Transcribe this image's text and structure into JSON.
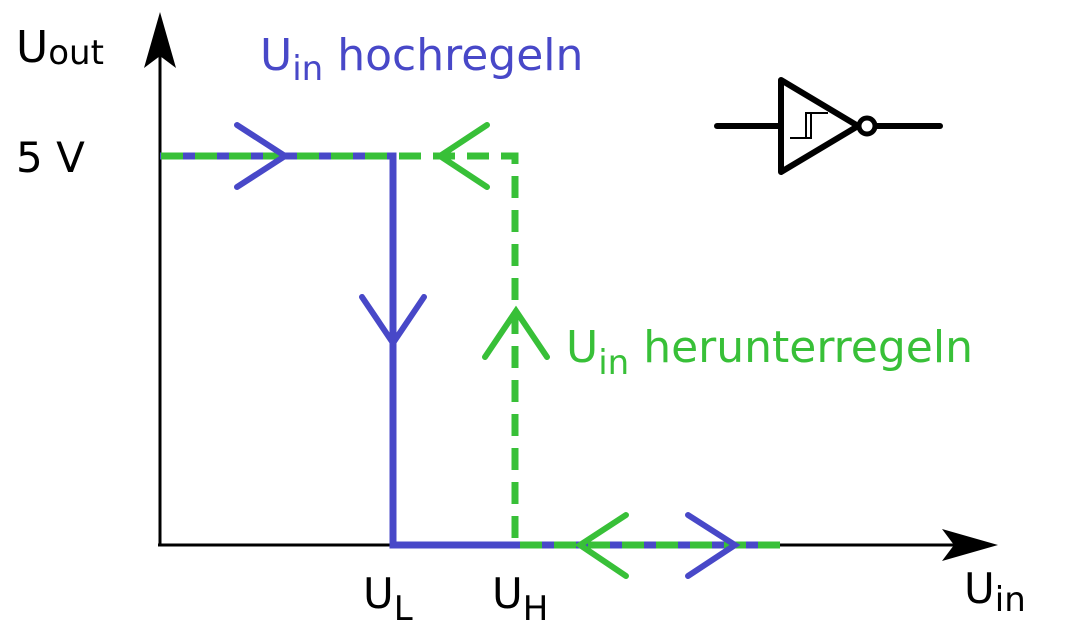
{
  "colors": {
    "rising": "#4848c8",
    "falling": "#38c038",
    "axis": "#000000"
  },
  "axes": {
    "y_label": "U",
    "y_sub": "out",
    "x_label": "U",
    "x_sub": "in",
    "y_tick": "5 V",
    "x_tick_low": "U",
    "x_tick_low_sub": "L",
    "x_tick_high": "U",
    "x_tick_high_sub": "H"
  },
  "legend": {
    "rising_main": "U",
    "rising_sub": "in",
    "rising_text": " hochregeln",
    "falling_main": "U",
    "falling_sub": "in",
    "falling_text": " herunterregeln"
  },
  "symbol": {
    "name": "schmitt-trigger-inverter"
  }
}
